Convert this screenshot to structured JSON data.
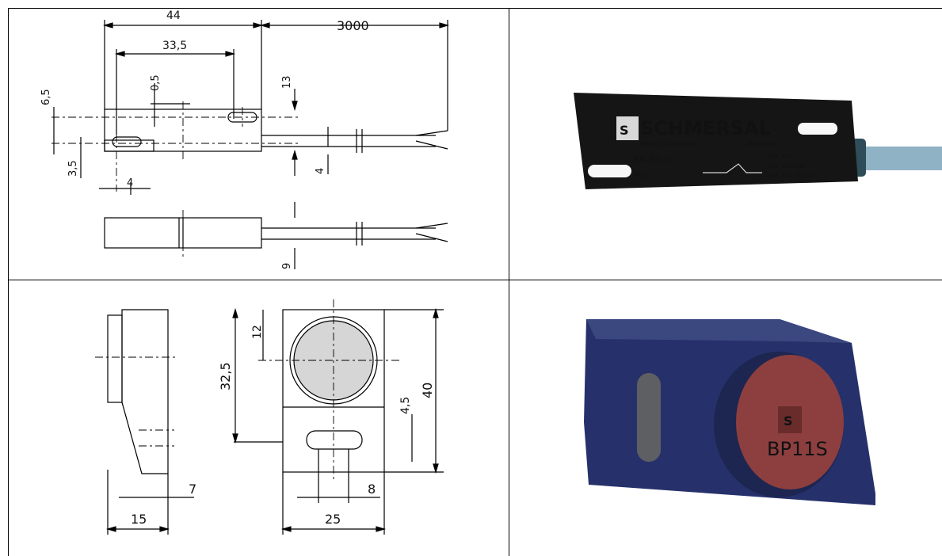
{
  "drawing_top": {
    "dim_44": "44",
    "dim_3000": "3000",
    "dim_33_5": "33,5",
    "dim_0_5": "0,5",
    "dim_6_5": "6,5",
    "dim_13": "13",
    "dim_3_5": "3,5",
    "dim_4_left": "4",
    "dim_4_right": "4",
    "dim_9": "9"
  },
  "photo_top": {
    "brand": "SCHMERSAL",
    "made_in": "Made in Germany",
    "city": "Wuppertal",
    "model": "BN 80-rz",
    "ip": "IP 67",
    "rating_1": "max. 1 A",
    "rating_2": "max. 30 VA/W",
    "rating_3": "max. 200 VAC/DC"
  },
  "drawing_bottom": {
    "dim_12": "12",
    "dim_32_5": "32,5",
    "dim_40": "40",
    "dim_4_5": "4,5",
    "dim_7": "7",
    "dim_8": "8",
    "dim_15": "15",
    "dim_25": "25"
  },
  "photo_bottom": {
    "label": "BP11S"
  },
  "colors": {
    "line": "#000000",
    "sensor_body": "#151515",
    "cable": "#8fb2c4",
    "actuator_body": "#26316b",
    "actuator_cap": "#8d3f3f",
    "face_fill": "#d6d6d6"
  }
}
